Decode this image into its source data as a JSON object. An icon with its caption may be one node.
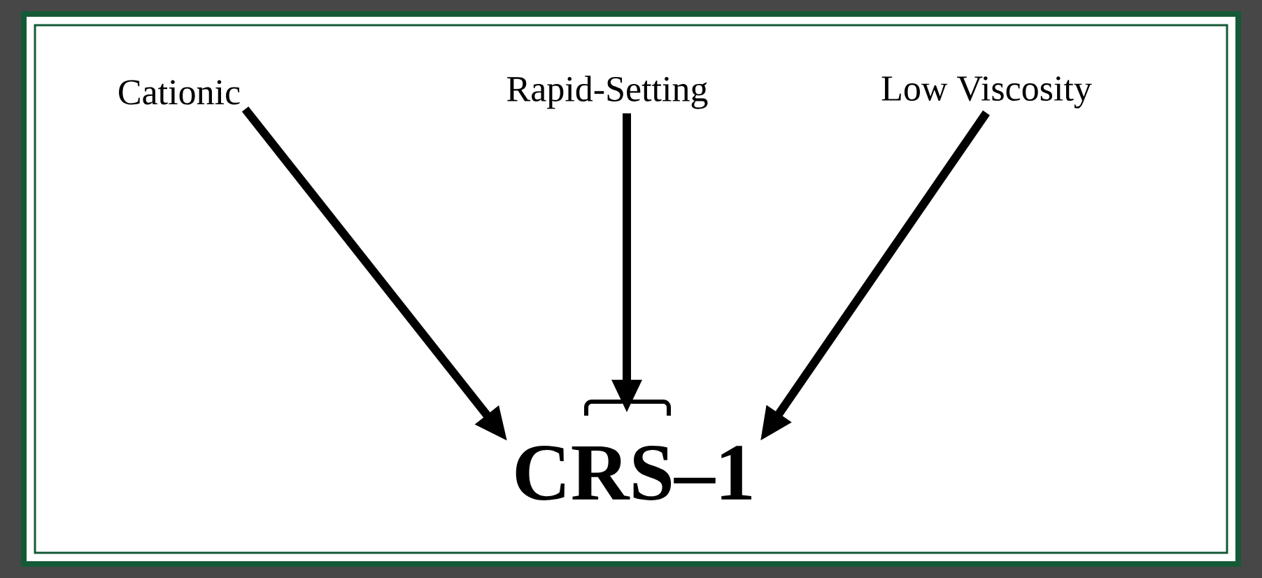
{
  "diagram": {
    "nodes": [
      {
        "text": [
          "Cationic"
        ]
      },
      {
        "text": [
          "Rapid-Setting"
        ]
      },
      {
        "text": [
          "Low Viscosity"
        ]
      },
      {
        "text": [
          "CRS–1"
        ]
      }
    ],
    "edges": [
      {
        "from": 0,
        "to": 3,
        "arrow": "to"
      },
      {
        "from": 1,
        "to": 3,
        "arrow": "to"
      },
      {
        "from": 2,
        "to": 3,
        "arrow": "to"
      }
    ]
  }
}
